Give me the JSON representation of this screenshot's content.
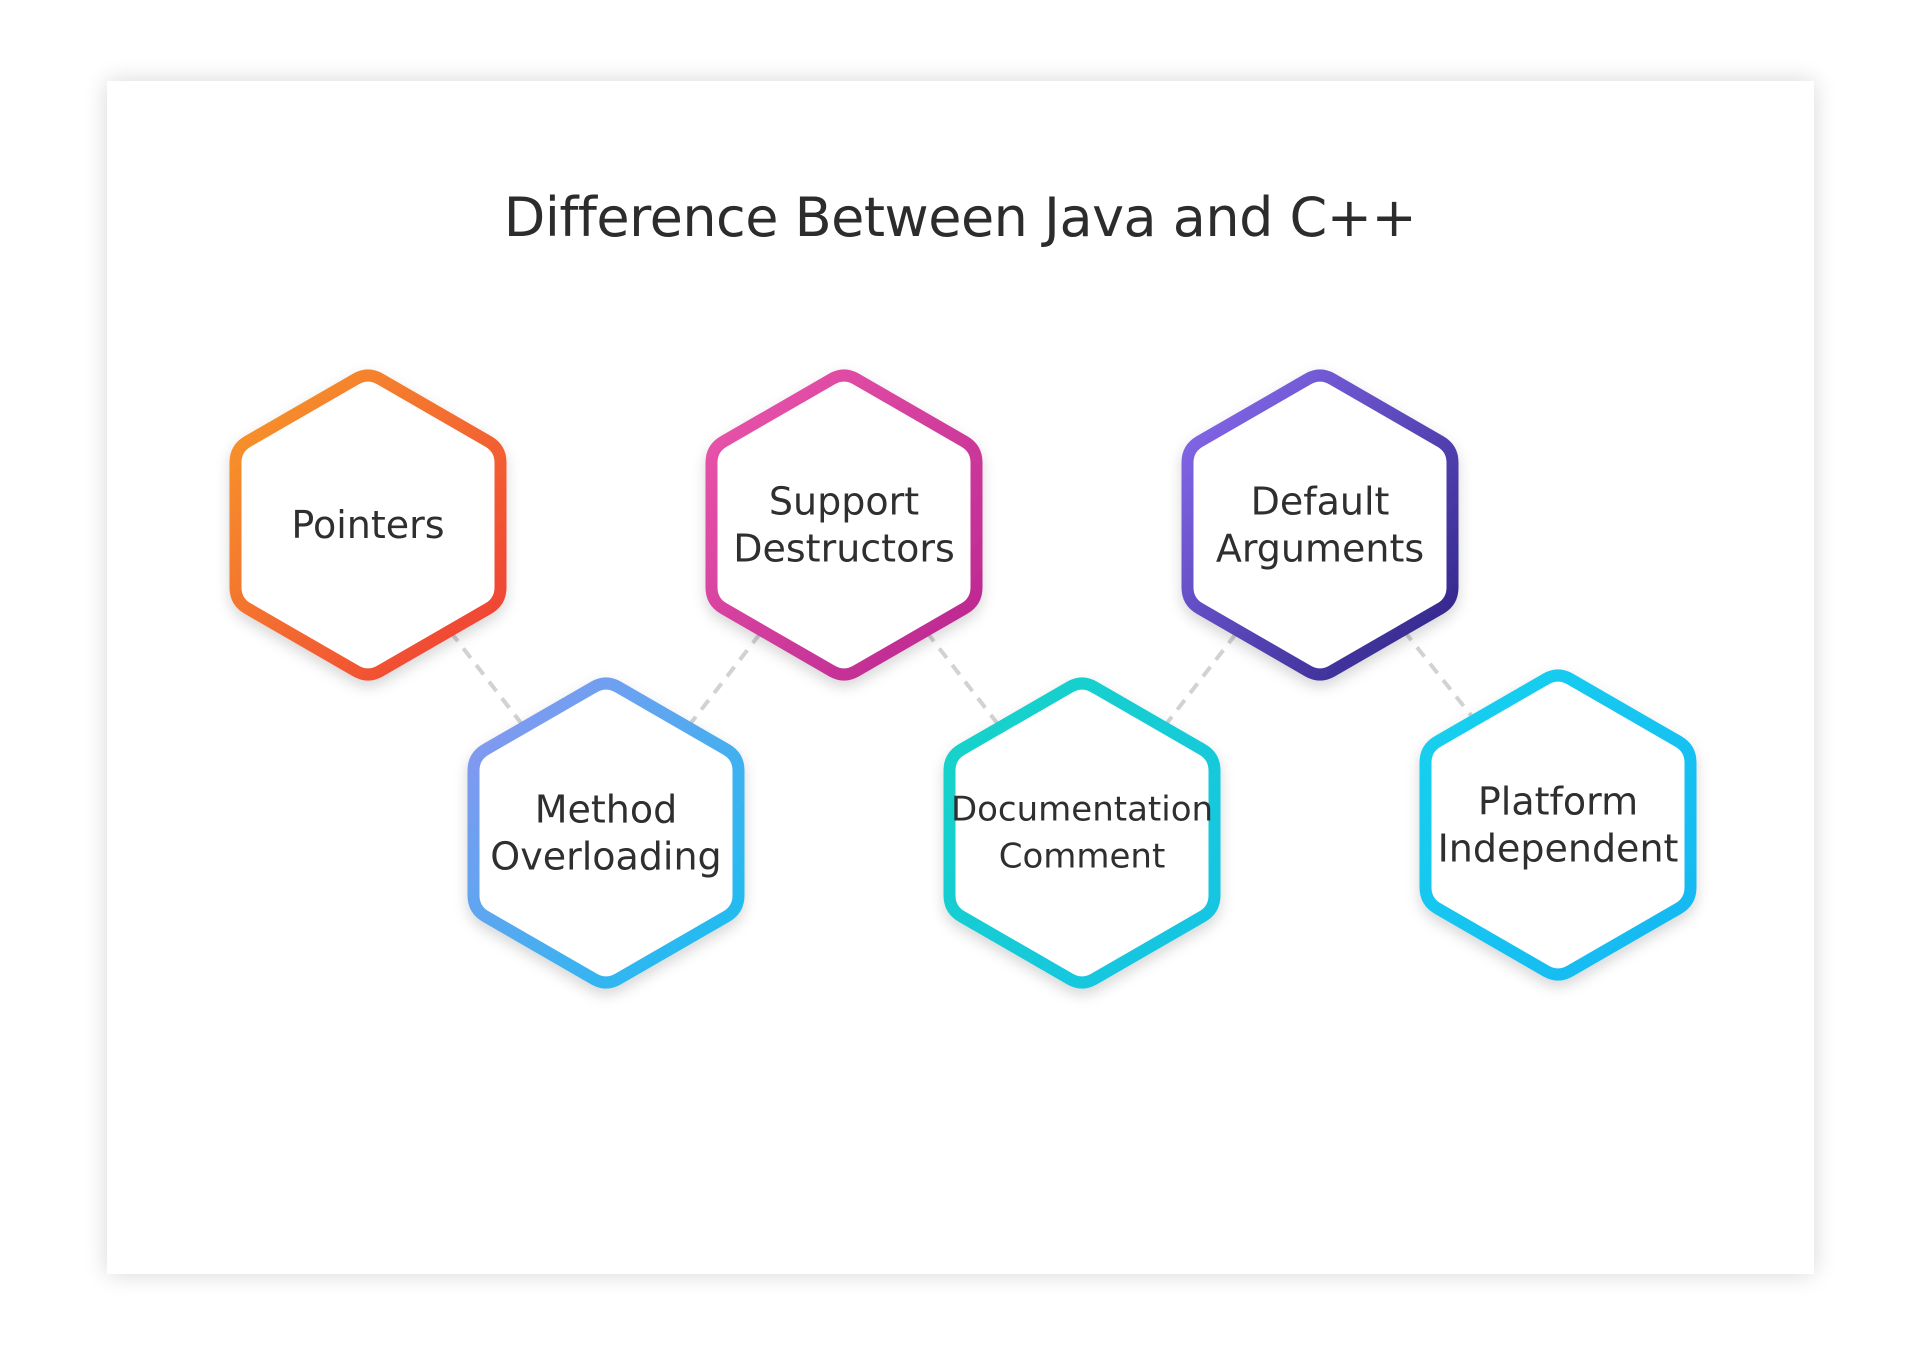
{
  "title": "Difference Between Java and C++",
  "nodes": [
    {
      "lines": [
        "Pointers"
      ],
      "gradient": [
        "#f79a2a",
        "#ef3b36"
      ]
    },
    {
      "lines": [
        "Method",
        "Overloading"
      ],
      "gradient": [
        "#8f94f0",
        "#13c1f0"
      ]
    },
    {
      "lines": [
        "Support",
        "Destructors"
      ],
      "gradient": [
        "#ec58ab",
        "#b8248f"
      ]
    },
    {
      "lines": [
        "Documentation",
        "Comment"
      ],
      "gradient": [
        "#14d4c6",
        "#12c3e6"
      ]
    },
    {
      "lines": [
        "Default",
        "Arguments"
      ],
      "gradient": [
        "#8a6cf0",
        "#2b2283"
      ]
    },
    {
      "lines": [
        "Platform",
        "Independent"
      ],
      "gradient": [
        "#1ad2ee",
        "#14b6f3"
      ]
    }
  ],
  "colors": {
    "text": "#2f2f2f",
    "connector": "#d2d2d2"
  }
}
